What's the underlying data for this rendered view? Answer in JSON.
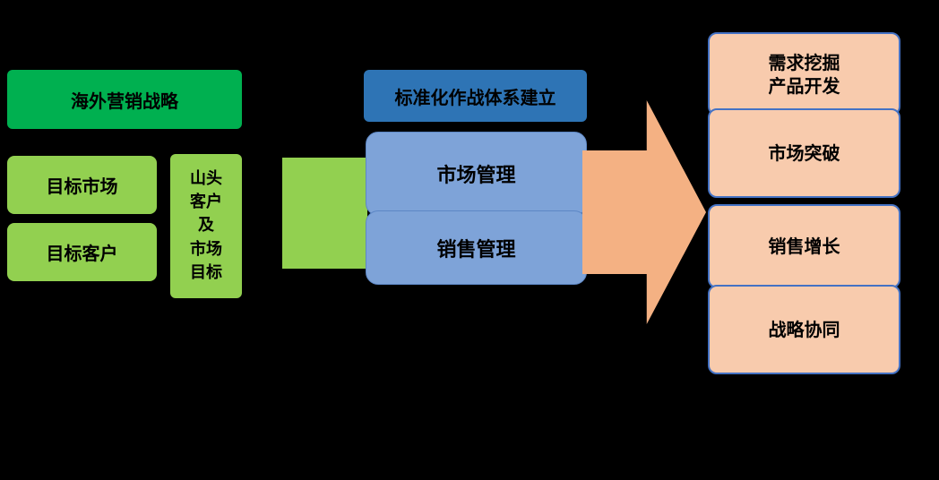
{
  "colors": {
    "background": "#000000",
    "green-dark": "#00B050",
    "green-light": "#92D050",
    "blue-dark": "#2E74B5",
    "blue-light": "#7EA3D8",
    "orange-arrow": "#F4B183",
    "orange-fill": "#F8CBAD",
    "orange-border": "#4472C4",
    "text": "#000000"
  },
  "left_column": {
    "strategy": "海外营销战略",
    "target_market": "目标市场",
    "target_customer": "目标客户",
    "hilltop_lines": [
      "山头",
      "客户",
      "及",
      "市场",
      "目标"
    ]
  },
  "middle_column": {
    "system_title": "标准化作战体系建立",
    "market_management": "市场管理",
    "sales_management": "销售管理"
  },
  "right_column": {
    "boxes": [
      {
        "lines": [
          "需求挖掘",
          "产品开发"
        ]
      },
      {
        "lines": [
          "市场突破"
        ]
      },
      {
        "lines": [
          "销售增长"
        ]
      },
      {
        "lines": [
          "战略协同"
        ]
      }
    ]
  }
}
